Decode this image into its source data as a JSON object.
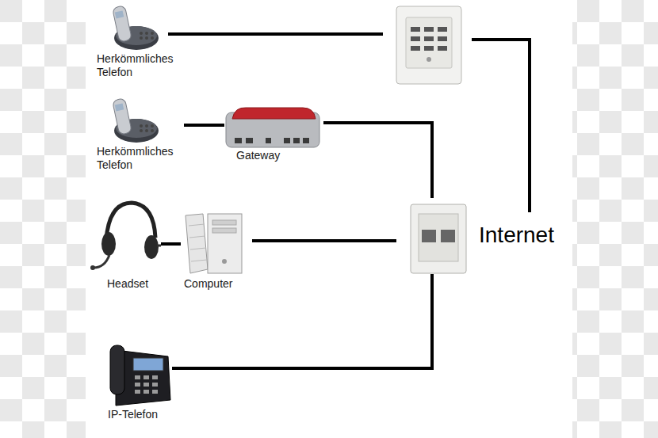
{
  "diagram": {
    "nodes": [
      {
        "text": [
          "Herkömmliches Telefon"
        ]
      },
      {
        "text": [
          "Herkömmliches Telefon"
        ]
      },
      {
        "text": [
          "Gateway"
        ]
      },
      {
        "text": [
          "Headset"
        ]
      },
      {
        "text": [
          "Computer"
        ]
      },
      {
        "text": [
          "IP-Telefon"
        ]
      }
    ],
    "edges": [
      {
        "from": 1,
        "to": 2,
        "arrow": "none"
      },
      {
        "from": 3,
        "to": 4,
        "arrow": "none"
      }
    ],
    "labels": [
      "Internet"
    ]
  }
}
